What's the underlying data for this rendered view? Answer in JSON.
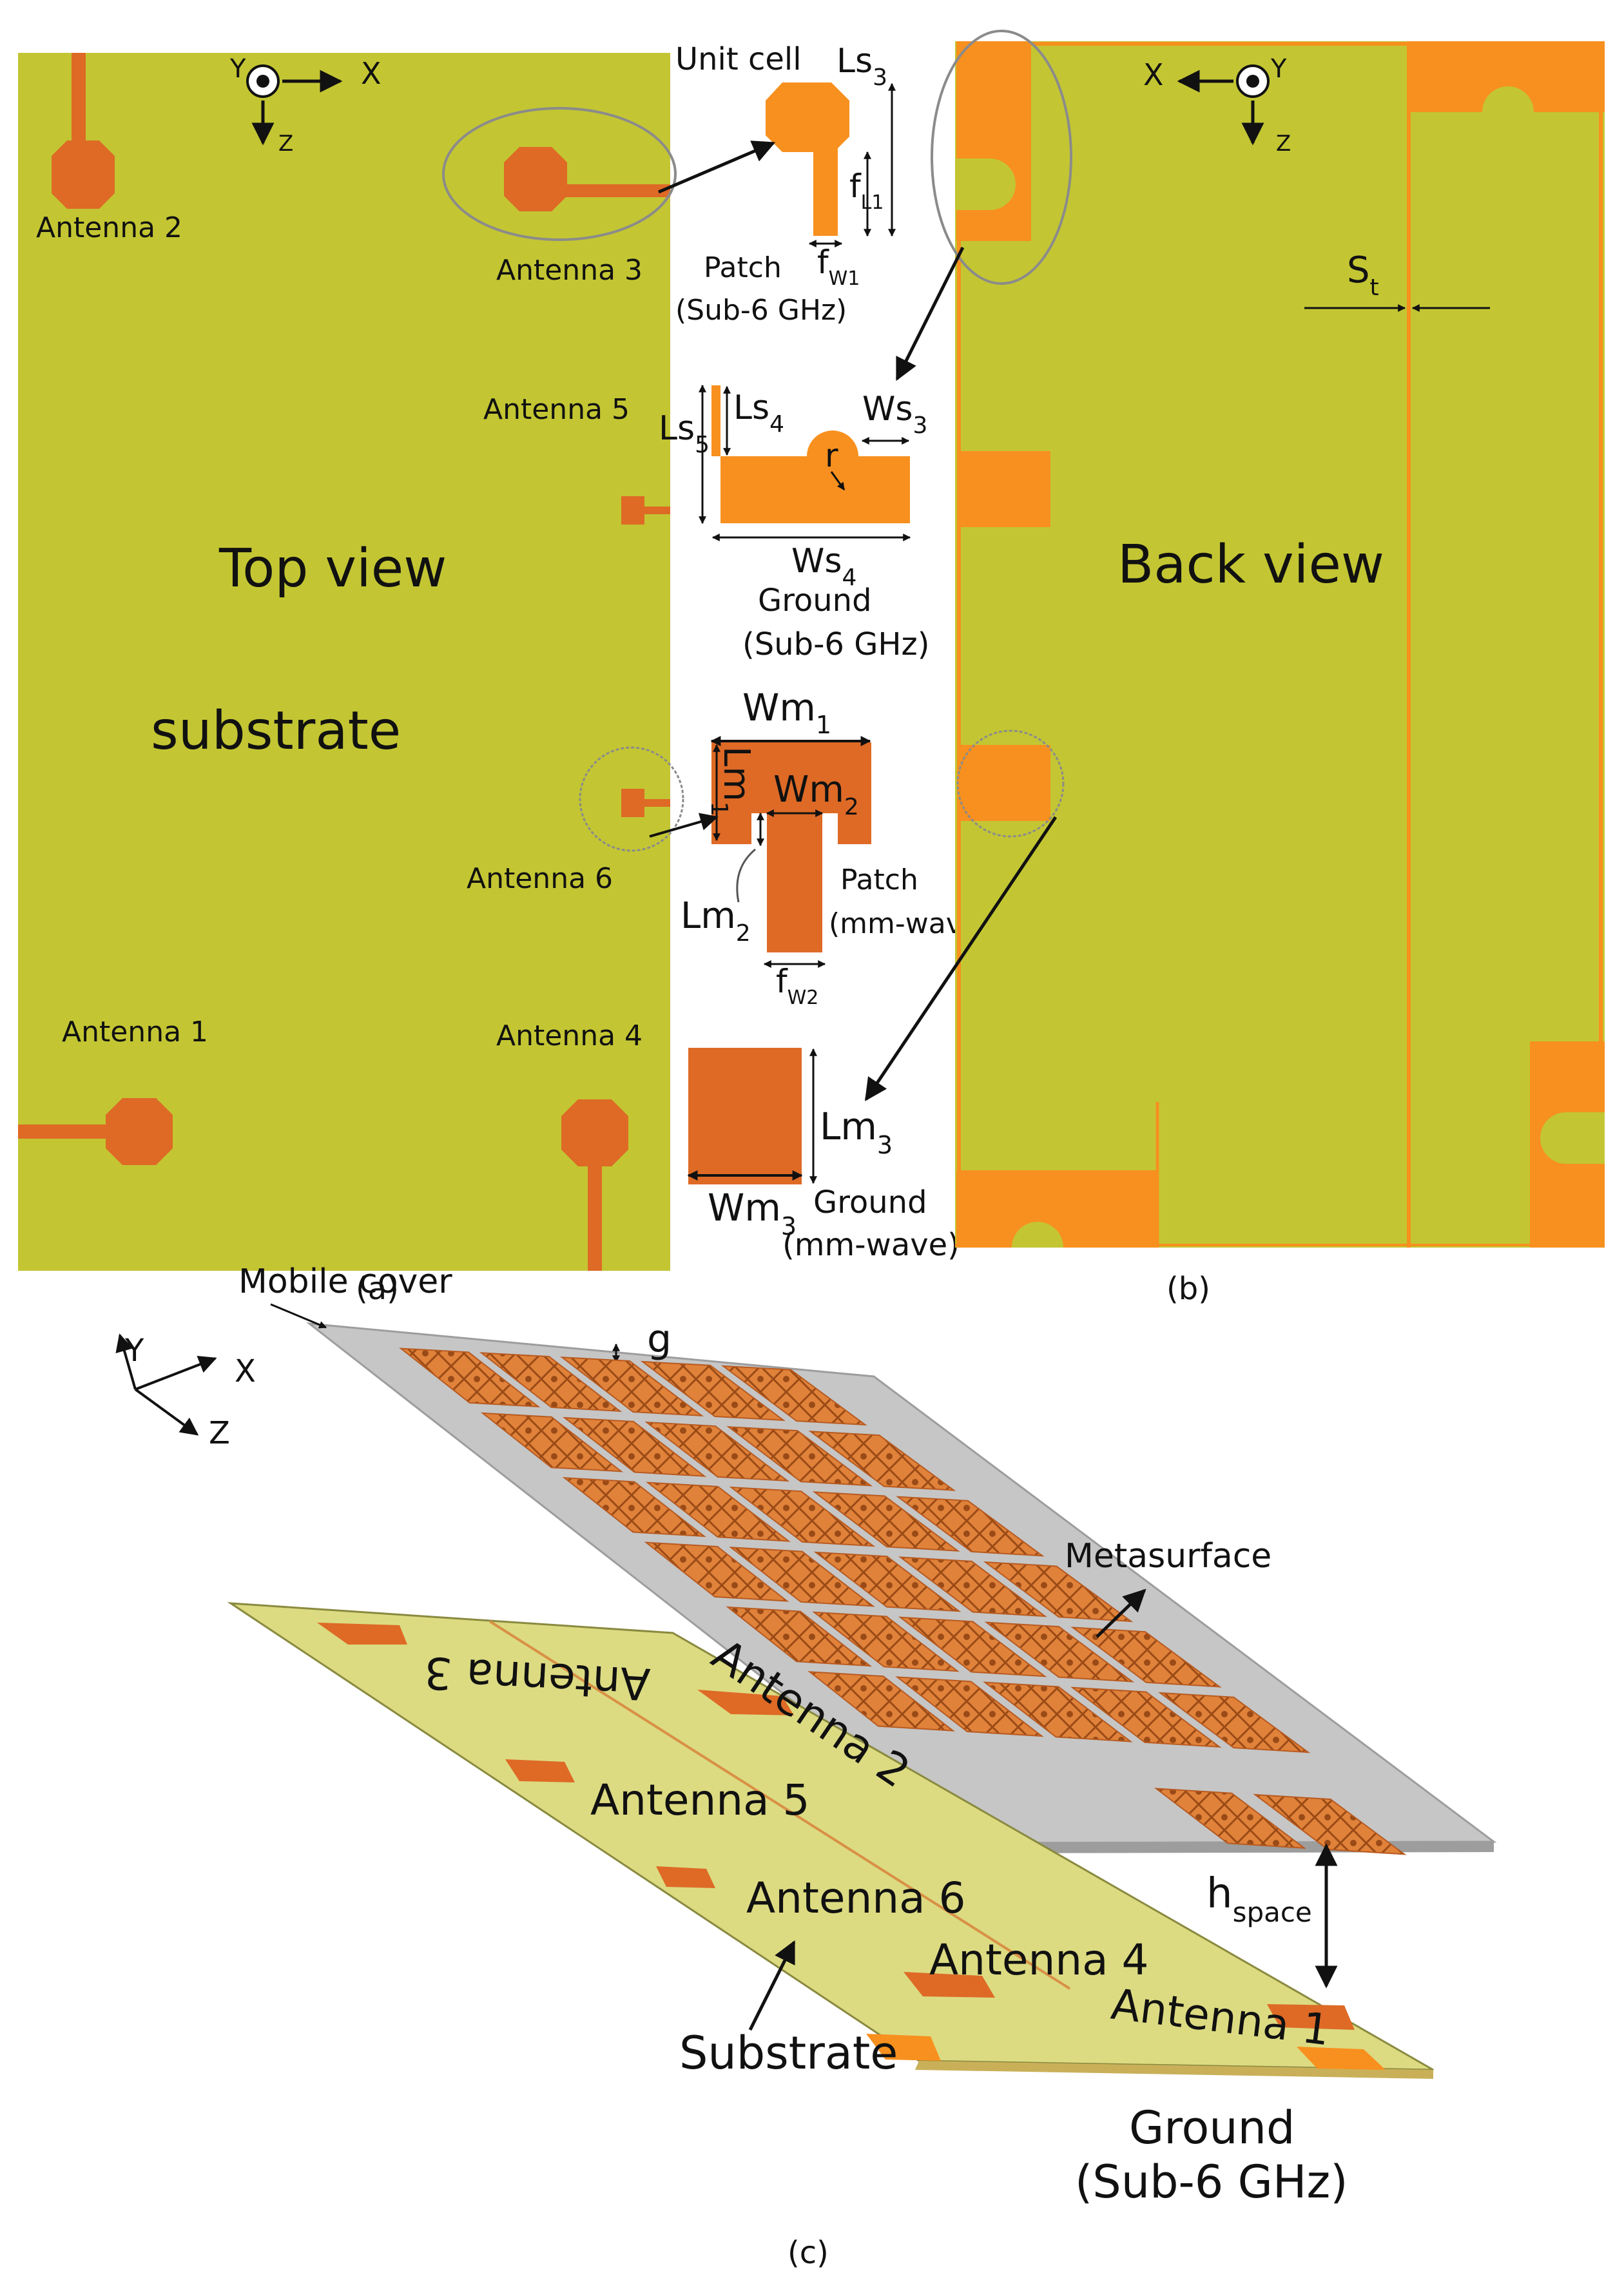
{
  "colors": {
    "substrate": "#c3c632",
    "copper": "#f7901e",
    "copper_dark": "#de6a26",
    "cover": "#c6c6c6",
    "cover_dark": "#9d9d9d",
    "substrate_3d": "#dcdb82",
    "outline": "#888888",
    "text": "#111111",
    "page": "#ffffff"
  },
  "panel_a": {
    "label": "(a)",
    "axes": {
      "y": "Y",
      "x": "X",
      "z": "Z"
    },
    "top_view": "Top view",
    "substrate": "substrate",
    "antennas": [
      "Antenna 2",
      "Antenna 3",
      "Antenna 5",
      "Antenna 6",
      "Antenna 1",
      "Antenna 4"
    ]
  },
  "unit_cells": {
    "unit_cell": "Unit cell",
    "sub6_patch": {
      "title": "Patch",
      "subtitle": "(Sub-6 GHz)",
      "ls": "Ls",
      "ls_sub": "3",
      "fl": "f",
      "fl_sub": "L1",
      "fw": "f",
      "fw_sub": "W1"
    },
    "sub6_ground": {
      "title": "Ground",
      "subtitle": "(Sub-6 GHz)",
      "ls5": "Ls",
      "ls5_sub": "5",
      "ls4": "Ls",
      "ls4_sub": "4",
      "ws3": "Ws",
      "ws3_sub": "3",
      "r": "r",
      "ws4": "Ws",
      "ws4_sub": "4"
    },
    "mm_patch": {
      "title": "Patch",
      "subtitle": "(mm-wave)",
      "wm1": "Wm",
      "wm1_sub": "1",
      "lm1": "Lm",
      "lm1_sub": "1",
      "wm2": "Wm",
      "wm2_sub": "2",
      "lm2": "Lm",
      "lm2_sub": "2",
      "fw2": "f",
      "fw2_sub": "W2"
    },
    "mm_ground": {
      "title": "Ground",
      "subtitle": "(mm-wave)",
      "lm3": "Lm",
      "lm3_sub": "3",
      "wm3": "Wm",
      "wm3_sub": "3"
    }
  },
  "panel_b": {
    "label": "(b)",
    "axes": {
      "x": "X",
      "y": "Y",
      "z": "Z"
    },
    "back_view": "Back view",
    "st": "S",
    "st_sub": "t"
  },
  "panel_c": {
    "label": "(c)",
    "axes": {
      "y": "Y",
      "x": "X",
      "z": "Z"
    },
    "mobile_cover": "Mobile cover",
    "g": "g",
    "metasurface": "Metasurface",
    "h_space": "h",
    "h_space_sub": "space",
    "substrate": "Substrate",
    "ground_line1": "Ground",
    "ground_line2": "(Sub-6 GHz)",
    "antennas": [
      "Antenna 3",
      "Antenna 2",
      "Antenna 5",
      "Antenna 6",
      "Antenna 4",
      "Antenna 1"
    ]
  }
}
